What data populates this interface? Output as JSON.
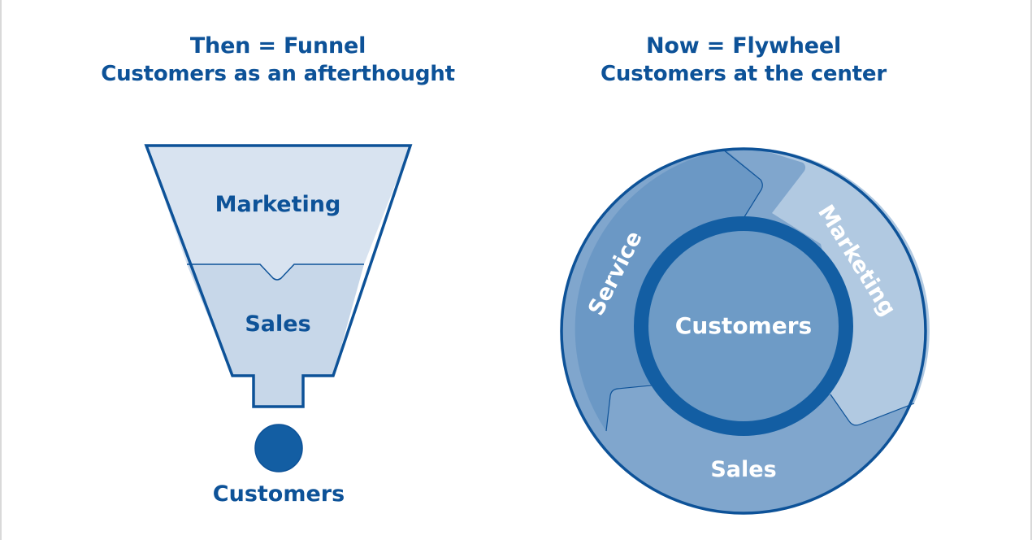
{
  "left_panel": {
    "title": "Then = Funnel",
    "subtitle": "Customers as an afterthought",
    "stages": [
      {
        "label": "Marketing",
        "color": "#d8e3f0"
      },
      {
        "label": "Sales",
        "color": "#c7d7e9"
      }
    ],
    "output": {
      "label": "Customers",
      "color": "#135ea3"
    }
  },
  "right_panel": {
    "title": "Now = Flywheel",
    "subtitle": "Customers at the center",
    "segments": [
      {
        "label": "Service",
        "color": "#6b98c5"
      },
      {
        "label": "Marketing",
        "color": "#b1c9e1"
      },
      {
        "label": "Sales",
        "color": "#80a6cd"
      }
    ],
    "center": {
      "label": "Customers",
      "color": "#6e9bc6",
      "ring_color": "#135ea3"
    }
  },
  "colors": {
    "outline": "#0d5298",
    "text_dark": "#0d5298",
    "text_light": "#ffffff"
  }
}
